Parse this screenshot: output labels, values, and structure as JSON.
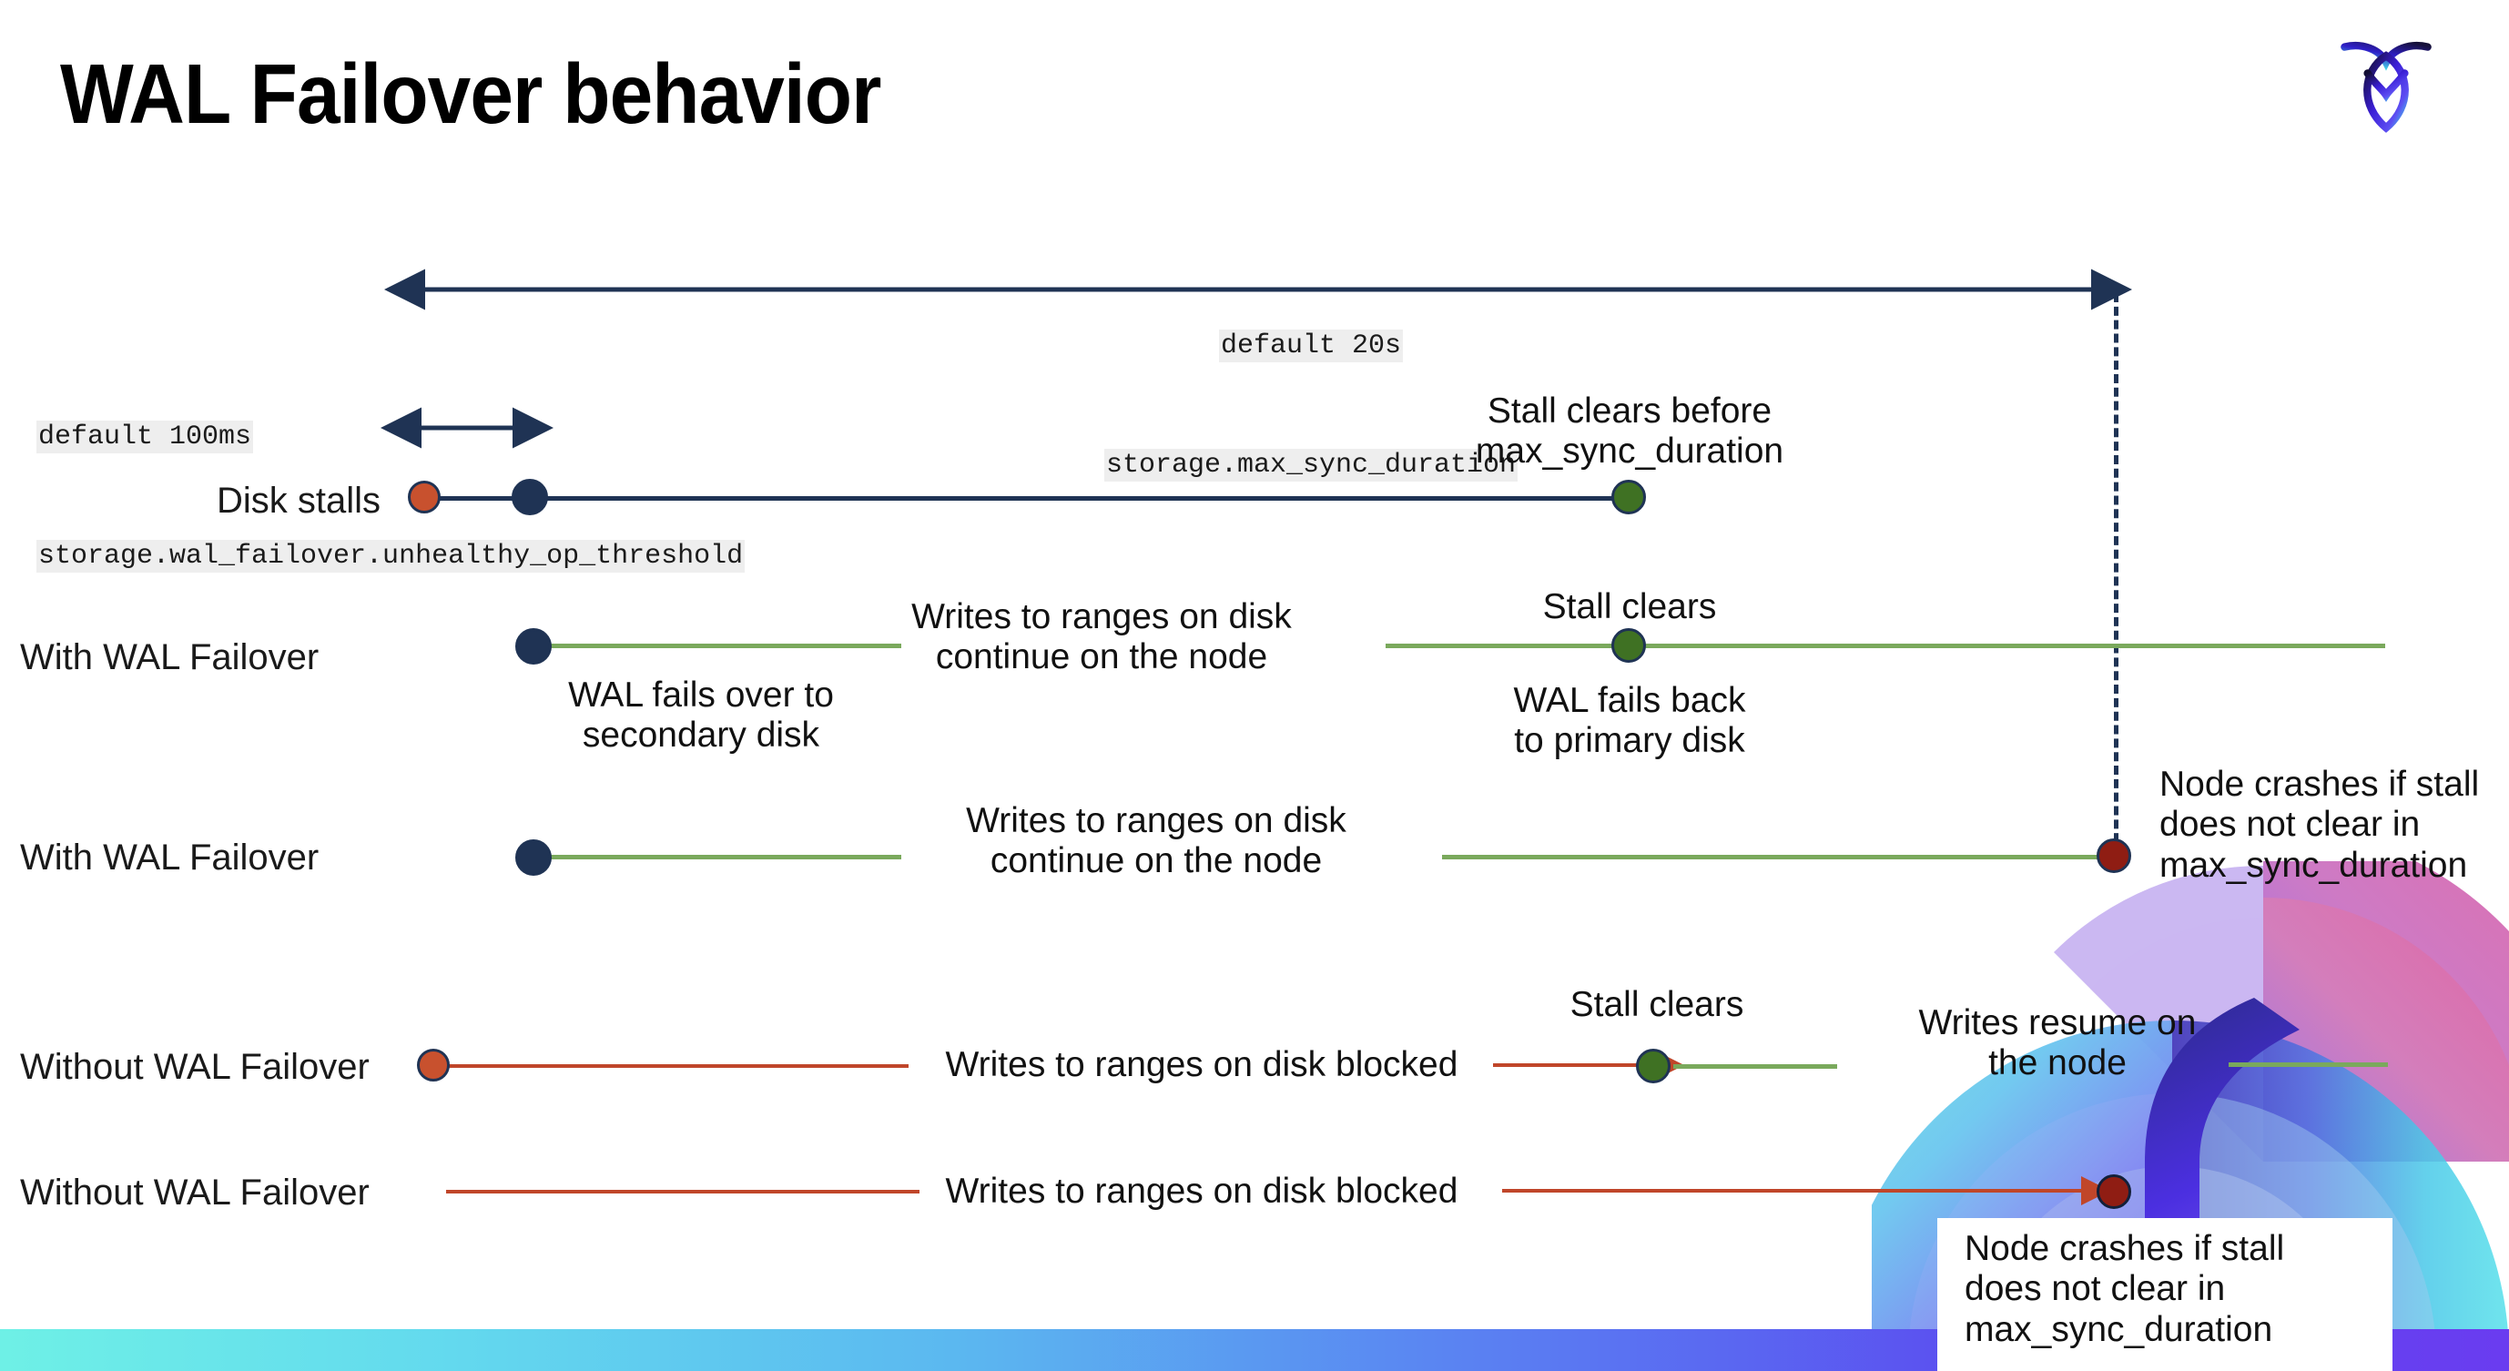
{
  "slide": {
    "title": "WAL Failover behavior",
    "logo_name": "cockroachdb-logo"
  },
  "colors": {
    "navy": "#1f3354",
    "green_line": "#7aa95c",
    "green_dot": "#3f7123",
    "red_line": "#c0462a",
    "orange_dot": "#c8512e",
    "dark_red_dot": "#8f1d13",
    "code_bg": "#eeeeee"
  },
  "settings": {
    "max_sync": {
      "default_label": "default 20s",
      "setting_label": "storage.max_sync_duration"
    },
    "unhealthy_op": {
      "default_label": "default 100ms",
      "setting_label": "storage.wal_failover.unhealthy_op_threshold"
    }
  },
  "rows": [
    {
      "id": "disk-stalls",
      "label": "Disk stalls",
      "annotations": [
        "Stall clears before\nmax_sync_duration"
      ]
    },
    {
      "id": "with-wal-failover-1",
      "label": "With WAL Failover",
      "annotations": [
        "Writes to ranges on disk\ncontinue on the node",
        "WAL fails over to\nsecondary disk",
        "Stall clears",
        "WAL fails  back\nto primary disk"
      ]
    },
    {
      "id": "with-wal-failover-2",
      "label": "With WAL Failover",
      "annotations": [
        "Writes to ranges on disk\ncontinue on the node",
        "Node crashes if stall\ndoes not clear in\nmax_sync_duration"
      ]
    },
    {
      "id": "without-wal-failover-1",
      "label": "Without WAL Failover",
      "annotations": [
        "Writes to ranges on disk  blocked",
        "Stall clears",
        "Writes resume on\nthe node"
      ]
    },
    {
      "id": "without-wal-failover-2",
      "label": "Without WAL Failover",
      "annotations": [
        "Writes to ranges on disk  blocked",
        "Node crashes if stall\ndoes not clear in\nmax_sync_duration"
      ]
    }
  ]
}
